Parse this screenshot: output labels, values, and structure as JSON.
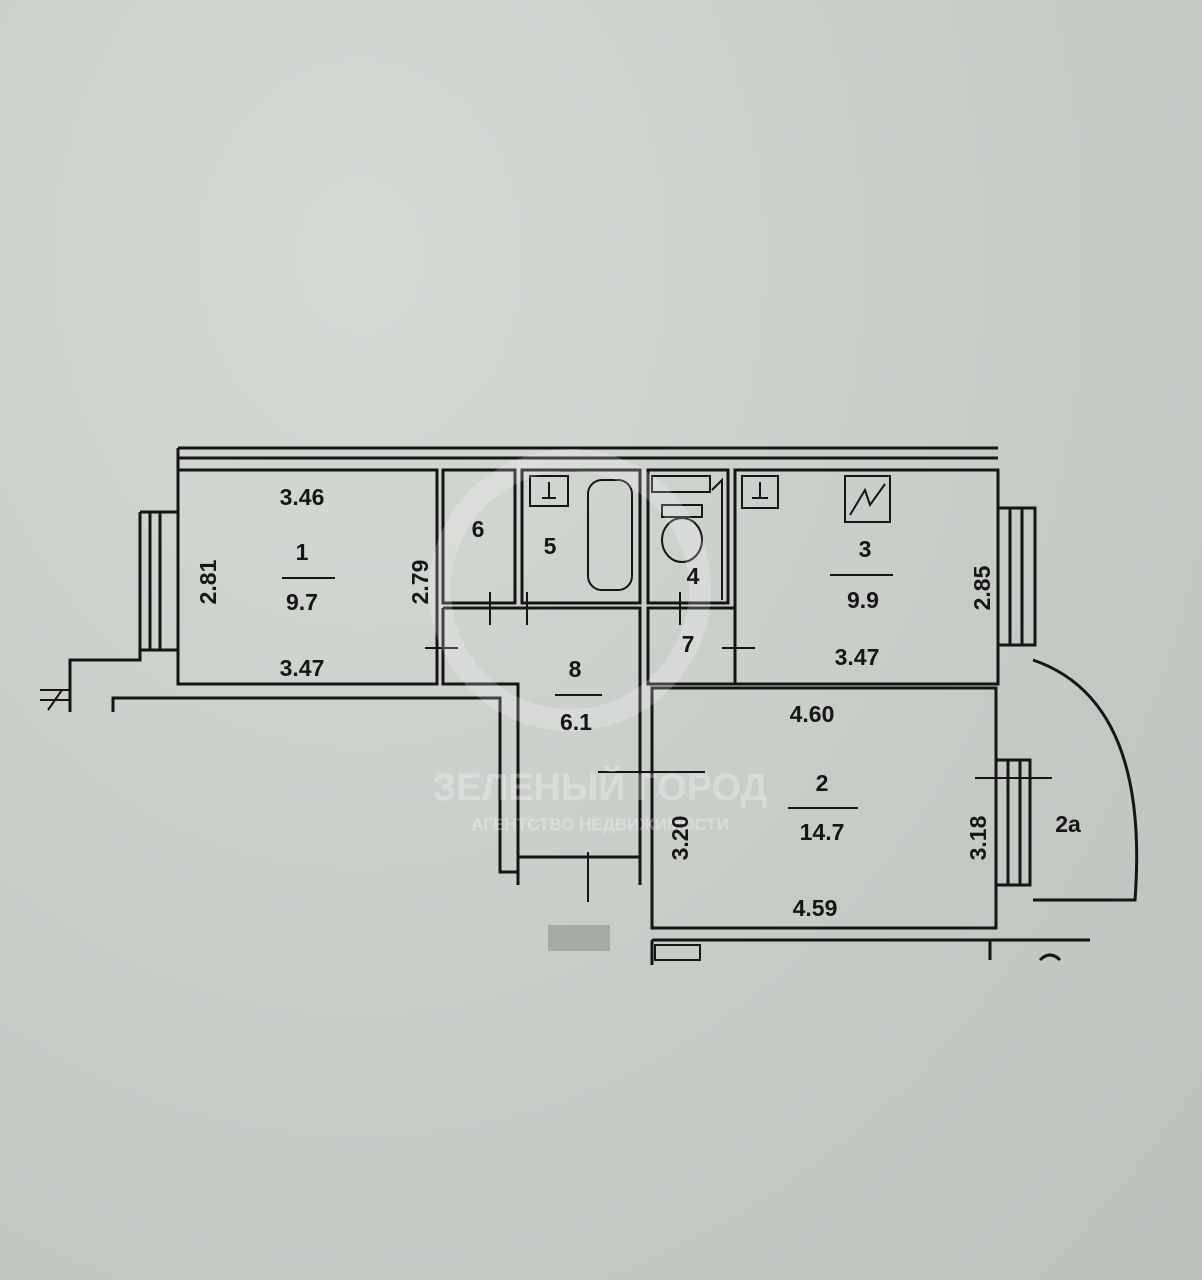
{
  "rooms": [
    {
      "number": "1",
      "area": "9.7",
      "dims": [
        "3.46",
        "3.47",
        "2.81",
        "2.79"
      ]
    },
    {
      "number": "2",
      "area": "14.7",
      "dims": [
        "4.60",
        "4.59",
        "3.20",
        "3.18"
      ]
    },
    {
      "number": "2а"
    },
    {
      "number": "3",
      "area": "9.9",
      "dims": [
        "3.47",
        "2.85"
      ]
    },
    {
      "number": "4"
    },
    {
      "number": "5"
    },
    {
      "number": "6"
    },
    {
      "number": "7"
    },
    {
      "number": "8",
      "area": "6.1"
    }
  ],
  "marker": "4",
  "watermark": {
    "title": "ЗЕЛЕНЫЙ ГОРОД",
    "subtitle": "АГЕНТСТВО НЕДВИЖИМОСТИ"
  },
  "colors": {
    "paper": "#c9cdc8",
    "ink": "#151515"
  }
}
